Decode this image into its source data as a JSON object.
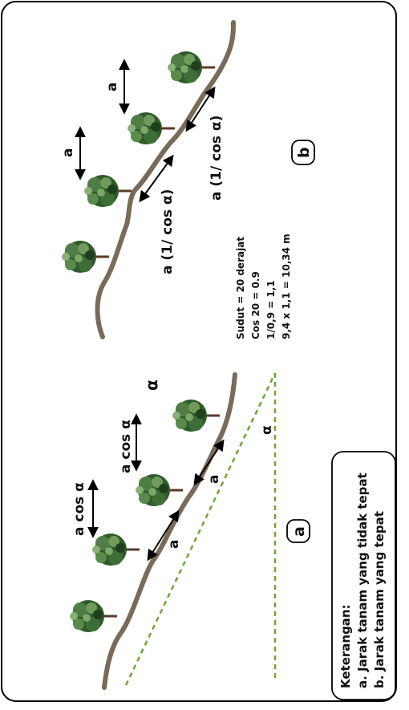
{
  "diagram": {
    "panel_a": {
      "badge": "a",
      "labels": {
        "a_cos_1": "a cos α",
        "a_cos_2": "a cos α",
        "a_slope_1": "a",
        "a_slope_2": "a",
        "alpha_top": "α",
        "alpha_angle": "α"
      }
    },
    "panel_b": {
      "badge": "b",
      "labels": {
        "a_1": "a",
        "a_2": "a",
        "a_over_cos_1": "a (1/ cos α)",
        "a_over_cos_2": "a (1/ cos α)"
      },
      "calc": [
        "Sudut = 20 derajat",
        "Cos 20 = 0.9",
        "1/0,9 = 1,1",
        "9,4 x 1,1 = 10,34 m"
      ]
    },
    "legend": {
      "title": "Keterangan:",
      "items": [
        "a. Jarak tanam yang tidak tepat",
        "b. Jarak tanam yang tepat"
      ]
    },
    "colors": {
      "ground": "#7a6a58",
      "dashed": "#6aa832",
      "tree_dark": "#2f5a2a",
      "tree_light": "#6f9a5c",
      "trunk": "#5a3a28"
    }
  }
}
